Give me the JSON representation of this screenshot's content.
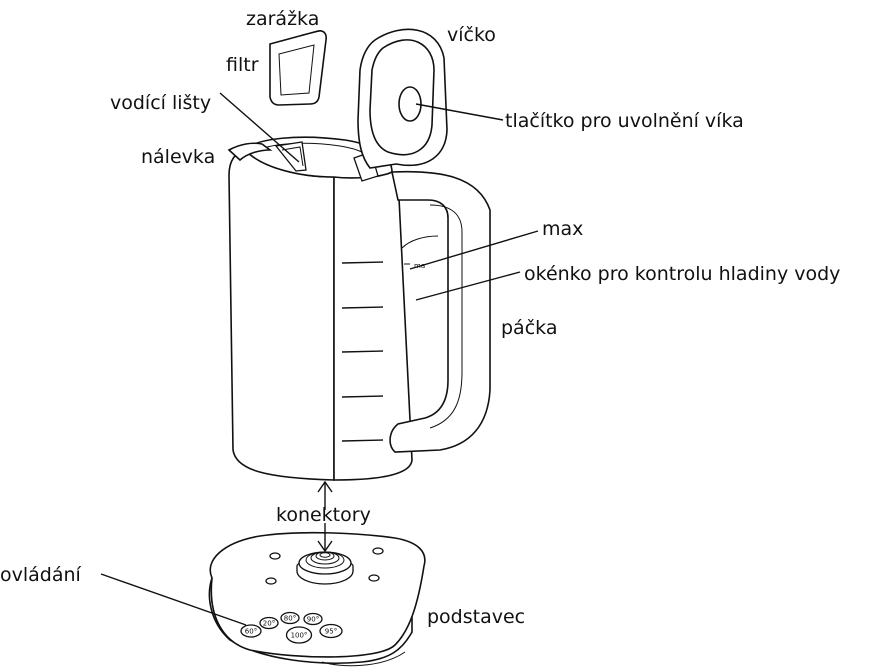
{
  "labels": {
    "zarazka": "zarážka",
    "filtr": "filtr",
    "vicko": "víčko",
    "vodici_listy": "vodící lišty",
    "tlacitko": "tlačítko pro uvolnění víka",
    "nalevka": "nálevka",
    "max": "max",
    "okenko": "okénko pro kontrolu hladiny vody",
    "packa": "páčka",
    "konektory": "konektory",
    "ovladani": "ovládání",
    "podstavec": "podstavec"
  },
  "kettle_mark": "ma",
  "buttons": {
    "b20": "20°",
    "b80": "80°",
    "b90": "90°",
    "b60": "60°",
    "b95": "95°",
    "b100": "100°"
  },
  "colors": {
    "line": "#111111",
    "background": "#ffffff"
  }
}
